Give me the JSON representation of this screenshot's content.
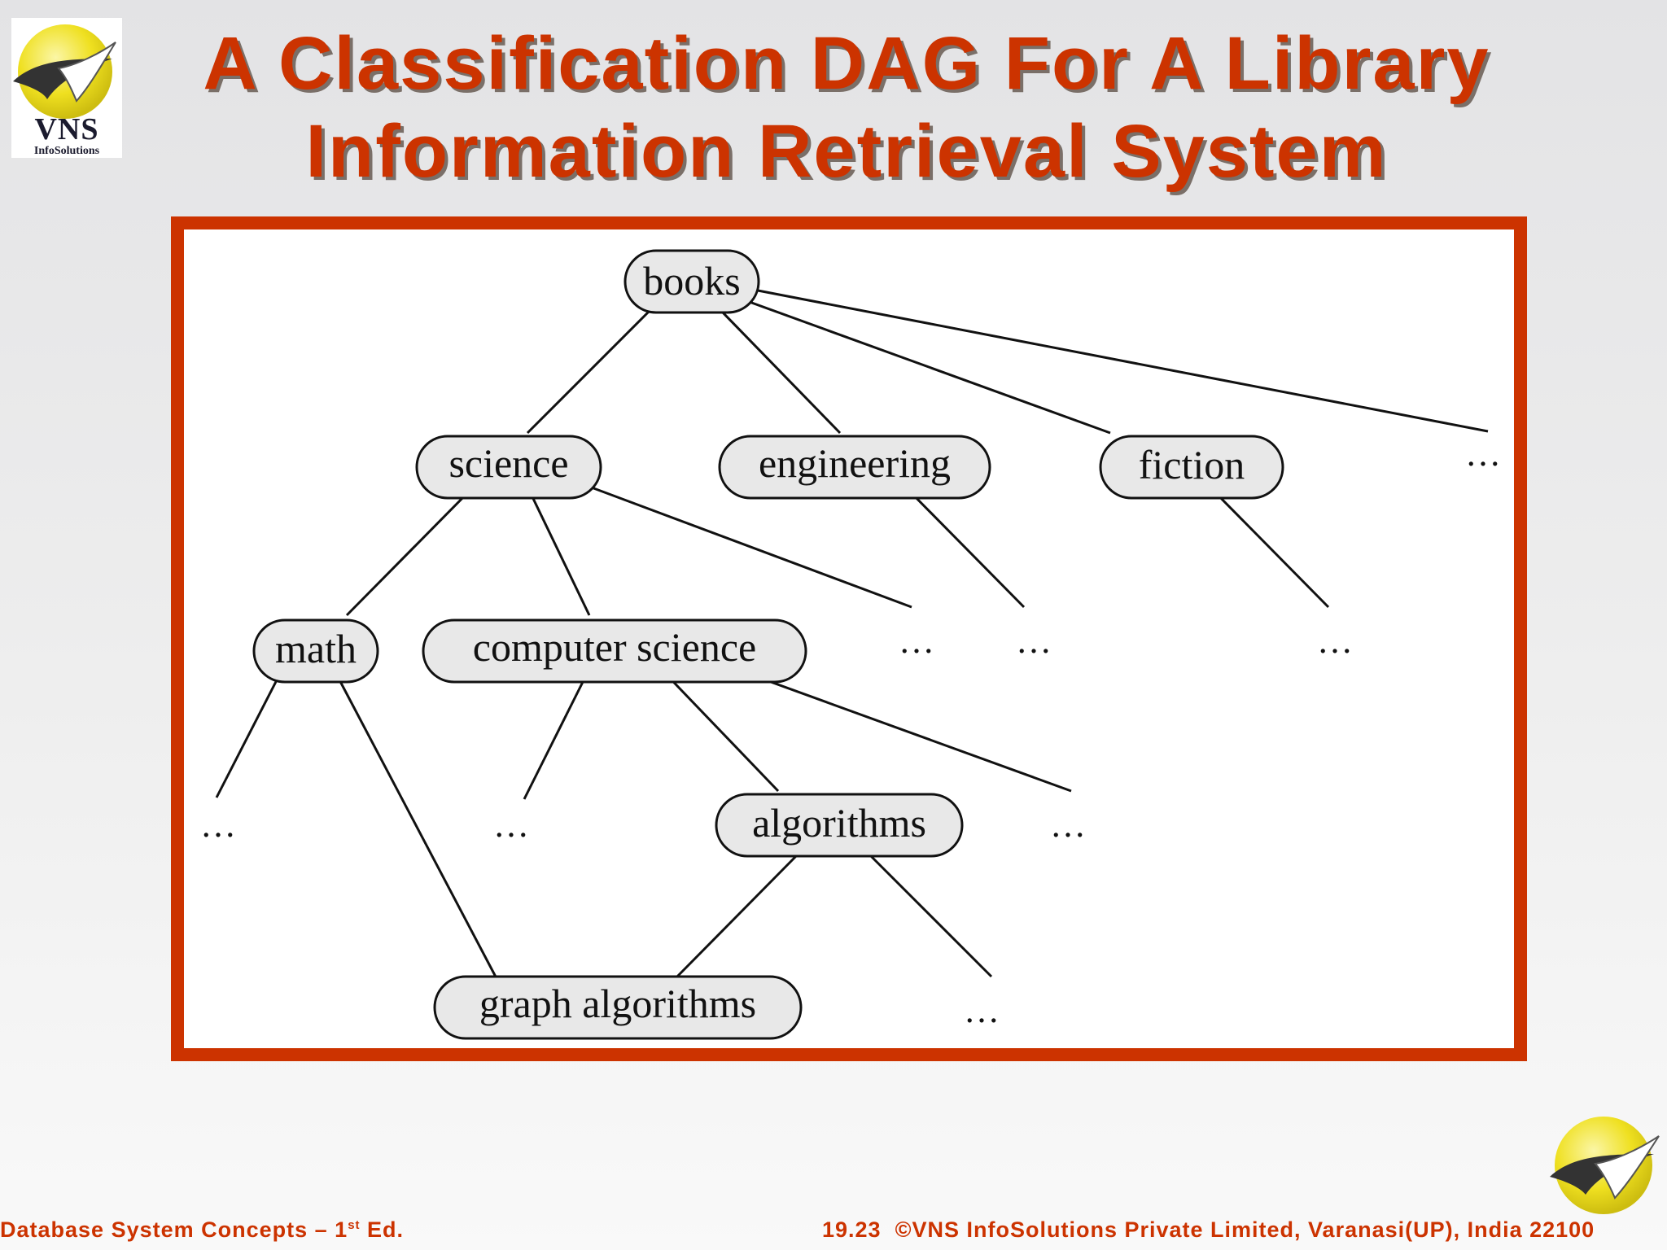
{
  "slide": {
    "title_line1": "A Classification DAG For A Library",
    "title_line2": "Information Retrieval System"
  },
  "logo": {
    "name": "VNS",
    "subtitle": "InfoSolutions",
    "icon": "vns-globe-swoosh-logo"
  },
  "diagram": {
    "nodes": [
      {
        "id": "books",
        "label": "books"
      },
      {
        "id": "science",
        "label": "science"
      },
      {
        "id": "engineering",
        "label": "engineering"
      },
      {
        "id": "fiction",
        "label": "fiction"
      },
      {
        "id": "math",
        "label": "math"
      },
      {
        "id": "computer-science",
        "label": "computer science"
      },
      {
        "id": "algorithms",
        "label": "algorithms"
      },
      {
        "id": "graph-algorithms",
        "label": "graph algorithms"
      }
    ],
    "edges": [
      [
        "books",
        "science"
      ],
      [
        "books",
        "engineering"
      ],
      [
        "books",
        "fiction"
      ],
      [
        "books",
        "etc-books"
      ],
      [
        "science",
        "math"
      ],
      [
        "science",
        "computer-science"
      ],
      [
        "science",
        "etc-science"
      ],
      [
        "engineering",
        "etc-engineering"
      ],
      [
        "fiction",
        "etc-fiction"
      ],
      [
        "math",
        "etc-math"
      ],
      [
        "math",
        "graph-algorithms"
      ],
      [
        "computer-science",
        "etc-cs"
      ],
      [
        "computer-science",
        "algorithms"
      ],
      [
        "computer-science",
        "etc-cs2"
      ],
      [
        "algorithms",
        "graph-algorithms"
      ],
      [
        "algorithms",
        "etc-algorithms"
      ]
    ],
    "ellipsis": "…"
  },
  "footer": {
    "book_prefix": "Database System Concepts – 1",
    "book_sup": "st",
    "book_suffix": " Ed.",
    "page_number": "19.23",
    "copyright": "©VNS InfoSolutions Private Limited, Varanasi(UP), India 22100"
  },
  "colors": {
    "accent": "#cc3300",
    "node_fill": "#e8e8e8",
    "logo_yellow": "#f2e62a"
  }
}
